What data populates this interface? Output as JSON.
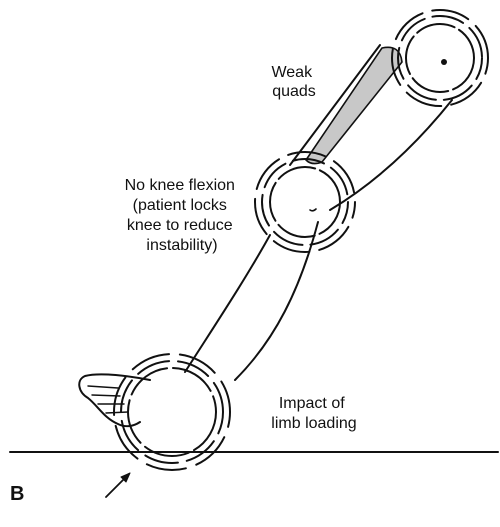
{
  "panel_label": "B",
  "labels": {
    "weak_quads": [
      "Weak",
      "quads"
    ],
    "no_knee_flexion": [
      "No knee flexion",
      "(patient locks",
      "knee to reduce",
      "instability)"
    ],
    "impact": [
      "Impact of",
      "limb loading"
    ]
  },
  "colors": {
    "stroke": "#111111",
    "quad_shade": "#c8c8c8",
    "background": "#ffffff"
  }
}
